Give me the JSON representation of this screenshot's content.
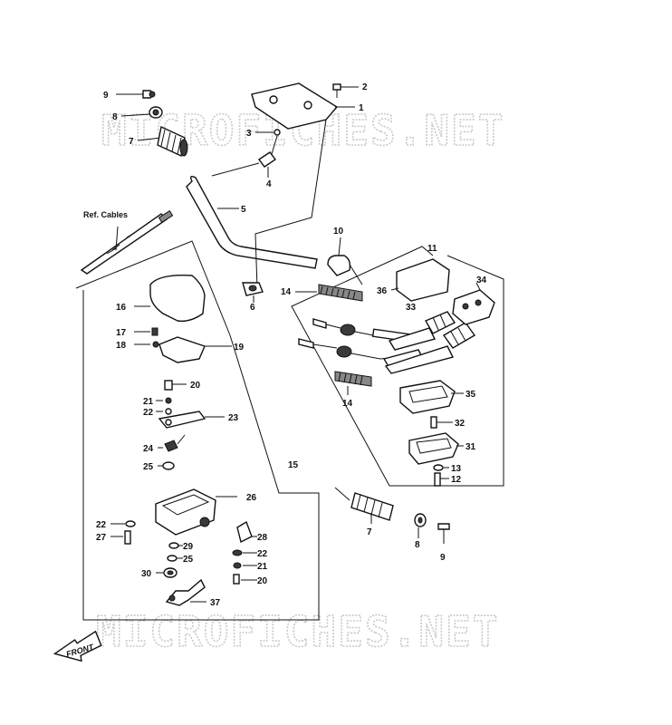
{
  "watermark": {
    "top": "MICROFICHES.NET",
    "bottom": "MICROFICHES.NET"
  },
  "ref_label": "Ref. Cables",
  "front_label": "FRONT",
  "callouts": [
    {
      "id": "c1",
      "text": "1"
    },
    {
      "id": "c2",
      "text": "2"
    },
    {
      "id": "c3",
      "text": "3"
    },
    {
      "id": "c4",
      "text": "4"
    },
    {
      "id": "c5",
      "text": "5"
    },
    {
      "id": "c6",
      "text": "6"
    },
    {
      "id": "c7a",
      "text": "7"
    },
    {
      "id": "c8a",
      "text": "8"
    },
    {
      "id": "c9a",
      "text": "9"
    },
    {
      "id": "c10",
      "text": "10"
    },
    {
      "id": "c11",
      "text": "11"
    },
    {
      "id": "c14a",
      "text": "14"
    },
    {
      "id": "c36",
      "text": "36"
    },
    {
      "id": "c34",
      "text": "34"
    },
    {
      "id": "c33",
      "text": "33"
    },
    {
      "id": "c14b",
      "text": "14"
    },
    {
      "id": "c35",
      "text": "35"
    },
    {
      "id": "c32",
      "text": "32"
    },
    {
      "id": "c31",
      "text": "31"
    },
    {
      "id": "c13",
      "text": "13"
    },
    {
      "id": "c12",
      "text": "12"
    },
    {
      "id": "c16",
      "text": "16"
    },
    {
      "id": "c17",
      "text": "17"
    },
    {
      "id": "c18",
      "text": "18"
    },
    {
      "id": "c19",
      "text": "19"
    },
    {
      "id": "c20a",
      "text": "20"
    },
    {
      "id": "c21a",
      "text": "21"
    },
    {
      "id": "c22a",
      "text": "22"
    },
    {
      "id": "c23",
      "text": "23"
    },
    {
      "id": "c24",
      "text": "24"
    },
    {
      "id": "c25a",
      "text": "25"
    },
    {
      "id": "c15",
      "text": "15"
    },
    {
      "id": "c26",
      "text": "26"
    },
    {
      "id": "c22b",
      "text": "22"
    },
    {
      "id": "c27",
      "text": "27"
    },
    {
      "id": "c28",
      "text": "28"
    },
    {
      "id": "c29",
      "text": "29"
    },
    {
      "id": "c25b",
      "text": "25"
    },
    {
      "id": "c22c",
      "text": "22"
    },
    {
      "id": "c21b",
      "text": "21"
    },
    {
      "id": "c20b",
      "text": "20"
    },
    {
      "id": "c30",
      "text": "30"
    },
    {
      "id": "c37",
      "text": "37"
    },
    {
      "id": "c7b",
      "text": "7"
    },
    {
      "id": "c8b",
      "text": "8"
    },
    {
      "id": "c9b",
      "text": "9"
    }
  ]
}
